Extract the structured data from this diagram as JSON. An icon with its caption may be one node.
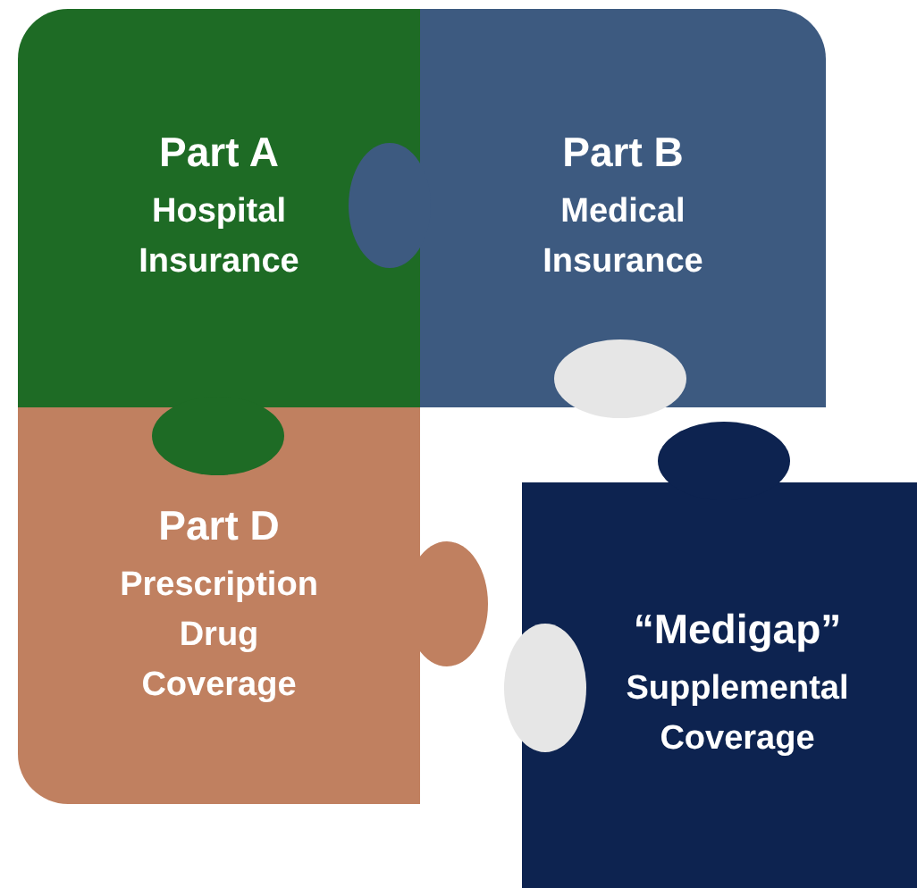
{
  "diagram": {
    "nodes": [
      {
        "text": [
          "Part A",
          "Hospital Insurance"
        ]
      },
      {
        "text": [
          "Part B",
          "Medical Insurance"
        ]
      },
      {
        "text": [
          "Part D",
          "Prescription Drug Coverage"
        ]
      },
      {
        "text": [
          "“Medigap”",
          "Supplemental Coverage"
        ]
      }
    ]
  }
}
